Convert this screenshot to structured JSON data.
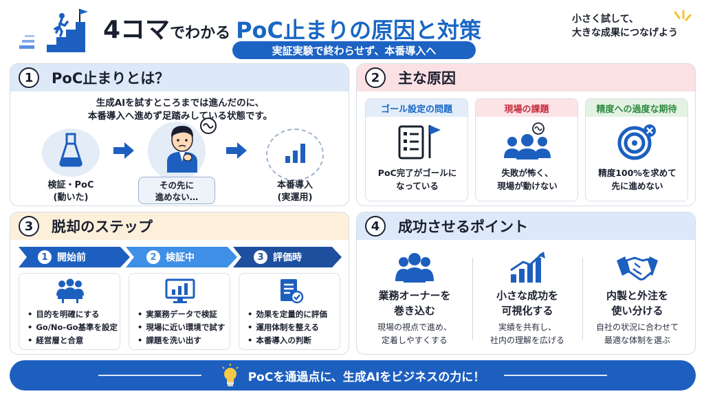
{
  "header": {
    "title_part1": "4コマ",
    "title_part2": "でわかる",
    "title_part3": "PoC止まりの原因と対策",
    "subtitle": "実証実験で終わらせず、本番導入へ",
    "tagline_line1": "小さく試して、",
    "tagline_line2": "大きな成果につなげよう"
  },
  "panel1": {
    "number": "1",
    "title": "PoC止まりとは？",
    "desc_line1": "生成AIを試すところまでは進んだのに、",
    "desc_line2": "本番導入へ進めず足踏みしている状態です。",
    "item1_line1": "検証・PoC",
    "item1_line2": "(動いた)",
    "bubble_line1": "その先に",
    "bubble_line2": "進めない…",
    "item3_line1": "本番導入",
    "item3_line2": "(実運用)"
  },
  "panel2": {
    "number": "2",
    "title": "主な原因",
    "causes": [
      {
        "head": "ゴール設定の問題",
        "line1": "PoC完了がゴールに",
        "line2": "なっている",
        "color": "#1967c4",
        "bg": "#e3edf9",
        "icon": "checklist-flag-icon"
      },
      {
        "head": "現場の課題",
        "line1": "失敗が怖く、",
        "line2": "現場が動けない",
        "color": "#c62a3a",
        "bg": "#fbe3e6",
        "icon": "worried-team-icon"
      },
      {
        "head": "精度への過度な期待",
        "line1": "精度100%を求めて",
        "line2": "先に進めない",
        "color": "#2f8a3e",
        "bg": "#e3f2e3",
        "icon": "target-x-icon"
      }
    ]
  },
  "panel3": {
    "number": "3",
    "title": "脱却のステップ",
    "steps": [
      {
        "num": "1",
        "label": "開始前",
        "items": [
          "目的を明確にする",
          "Go/No-Go基準を設定",
          "経営層と合意"
        ],
        "color": "#1d5fbf",
        "icon": "team-meeting-icon"
      },
      {
        "num": "2",
        "label": "検証中",
        "items": [
          "実業務データで検証",
          "現場に近い環境で試す",
          "課題を洗い出す"
        ],
        "color": "#3f8fe6",
        "icon": "monitor-chart-icon"
      },
      {
        "num": "3",
        "label": "評価時",
        "items": [
          "効果を定量的に評価",
          "運用体制を整える",
          "本番導入の判断"
        ],
        "color": "#1d4f9e",
        "icon": "report-check-icon"
      }
    ]
  },
  "panel4": {
    "number": "4",
    "title": "成功させるポイント",
    "points": [
      {
        "title1": "業務オーナーを",
        "title2": "巻き込む",
        "desc1": "現場の視点で進め、",
        "desc2": "定着しやすくする",
        "icon": "people-group-icon"
      },
      {
        "title1": "小さな成功を",
        "title2": "可視化する",
        "desc1": "実績を共有し、",
        "desc2": "社内の理解を広げる",
        "icon": "growth-chart-icon"
      },
      {
        "title1": "内製と外注を",
        "title2": "使い分ける",
        "desc1": "自社の状況に合わせて",
        "desc2": "最適な体制を選ぶ",
        "icon": "handshake-icon"
      }
    ]
  },
  "footer": {
    "text": "PoCを通過点に、生成AIをビジネスの力に！"
  },
  "colors": {
    "primary": "#1d5fbf",
    "title_blue": "#1967c4",
    "dark": "#1a1f2e"
  }
}
